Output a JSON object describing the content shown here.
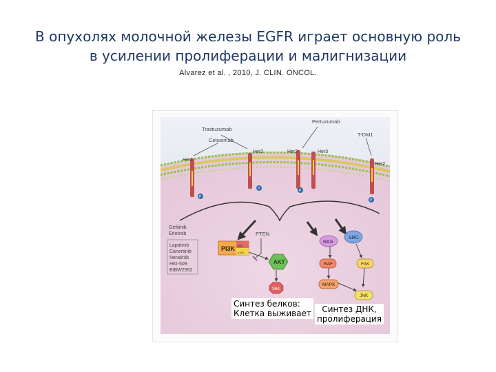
{
  "title": {
    "line1": "В опухолях молочной железы EGFR играет основную роль",
    "line2": "в усилении пролиферации и малигнизации"
  },
  "citation": "Alvarez et al. , 2010, J. CLIN. ONCOL.",
  "figure": {
    "antibodies": {
      "trastuzumab": "Trastuzumab",
      "cetuximab": "Cetuximab",
      "pertuzumab": "Pertuzumab",
      "tdm1": "T-DM1"
    },
    "receptors": {
      "her1": "Her1",
      "her2_a": "Her2",
      "her2_b": "Her2",
      "her3": "Her3",
      "her2_c": "Her2"
    },
    "tki_group1": [
      "Gefitinib",
      "Erlotinib"
    ],
    "tki_group2": [
      "Lapatinib",
      "Canertinib",
      "Neratinib",
      "HKI-509",
      "BIBW2992"
    ],
    "nodes": {
      "pi3k": "PI3K",
      "p85": "p85",
      "p110": "p110",
      "pten": "PTEN",
      "akt": "AKT",
      "ras": "RAS",
      "src": "SRC",
      "raf": "RAF",
      "fak": "FAK",
      "mapk": "MAPK",
      "jnk": "JNK",
      "s6k": "S6K"
    },
    "phospho": "P",
    "colors": {
      "background": "#f2e2ec",
      "membrane": "#8cc63f",
      "receptor": "#c0504d",
      "arrow": "#555555"
    }
  },
  "captions": {
    "left_line1": "Синтез белков:",
    "left_line2": "Клетка выживает",
    "right_line1": "Синтез ДНК,",
    "right_line2": "пролиферация"
  }
}
